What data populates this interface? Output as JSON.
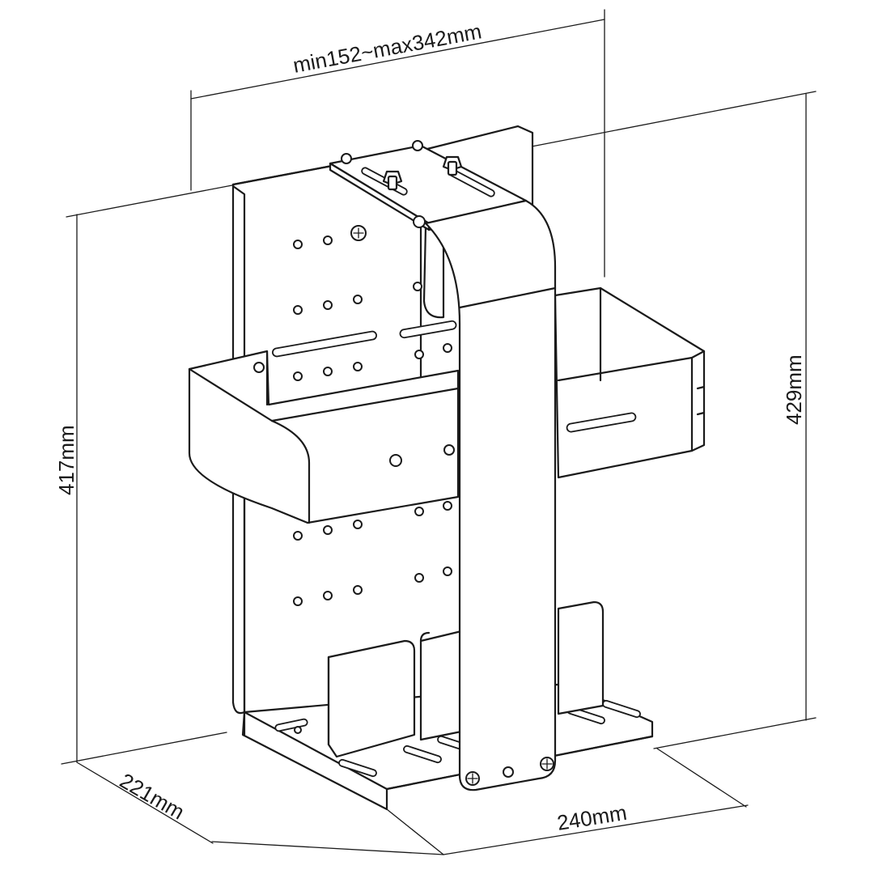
{
  "dimensions": {
    "adjustable_width": "min152~max342mm",
    "left_height": "417mm",
    "right_height": "429mm",
    "depth": "221mm",
    "base_width": "240mm"
  },
  "colors": {
    "line": "#1a1a1a",
    "background": "#ffffff"
  },
  "icons": {
    "screw": "phillips-screw-icon",
    "wing_nut": "wing-nut-icon"
  }
}
